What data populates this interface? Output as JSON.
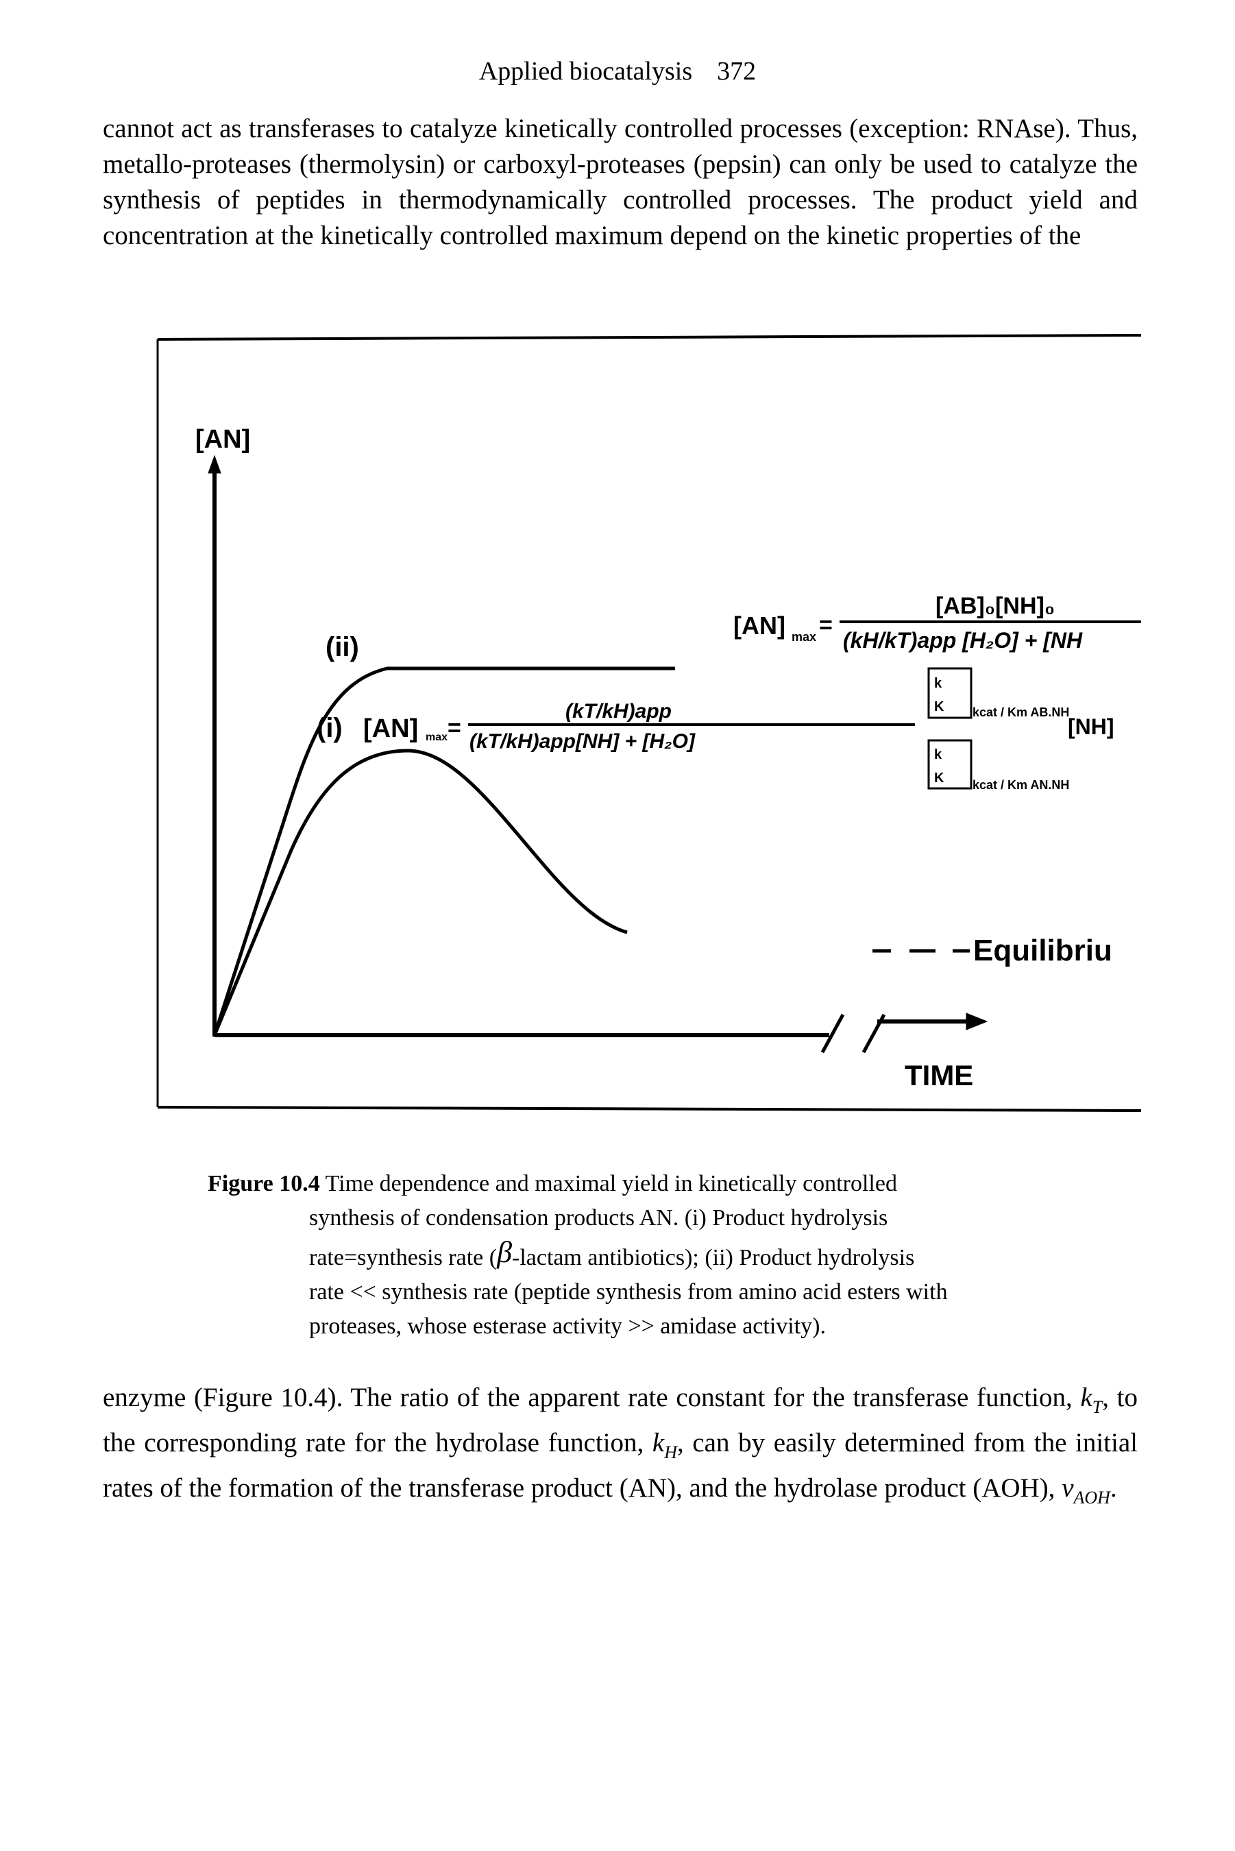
{
  "header": {
    "title": "Applied biocatalysis",
    "page_number": "372"
  },
  "paragraph_top": "cannot act as transferases to catalyze kinetically controlled processes (exception: RNAse). Thus, metallo-proteases (thermolysin) or carboxyl-proteases (pepsin) can only be used to catalyze the synthesis of peptides in thermodynamically controlled processes. The product yield and concentration at the kinetically controlled maximum depend on the kinetic properties of the",
  "figure": {
    "y_label": "[AN]",
    "x_label": "TIME",
    "curve_ii_label": "(ii)",
    "curve_i_label": "(i)",
    "equilibrium_label": "Equilibriu",
    "eq_ii": {
      "lhs": "[AN]",
      "lhs_sub": "max",
      "numerator": "[AB]₀[NH]₀",
      "denominator": "(kH/kT)app [H₂O] + [NH"
    },
    "eq_i": {
      "lhs": "[AN]",
      "lhs_sub": "max",
      "numerator": "(kT/kH)app",
      "denominator": "(kT/kH)app[NH] + [H₂O]",
      "ratio_top": "kcat / Km AB.NH",
      "ratio_bottom": "kcat / Km AN.NH",
      "tail": "[NH]"
    }
  },
  "caption": {
    "label": "Figure 10.4",
    "line1": "Time dependence and maximal yield in kinetically controlled",
    "line2": "synthesis of condensation products AN. (i) Product hydrolysis",
    "line3a": "rate=synthesis rate (",
    "line3_beta": "β",
    "line3b": "-lactam antibiotics); (ii) Product hydrolysis",
    "line4": "rate << synthesis rate (peptide synthesis from amino acid esters with",
    "line5": "proteases, whose esterase activity >> amidase activity)."
  },
  "paragraph_bottom": {
    "s1": "enzyme (Figure 10.4). The ratio of the apparent rate constant for the transferase function,",
    "k": "k",
    "sub_T": "T",
    "s2": ", to the corresponding rate for the hydrolase function,",
    "sub_H": "H",
    "s3": ", can by easily determined from the initial rates of the formation of the transferase product (AN), and the hydrolase product (AOH),",
    "v": "v",
    "sub_AOH": "AOH",
    "end": "."
  }
}
